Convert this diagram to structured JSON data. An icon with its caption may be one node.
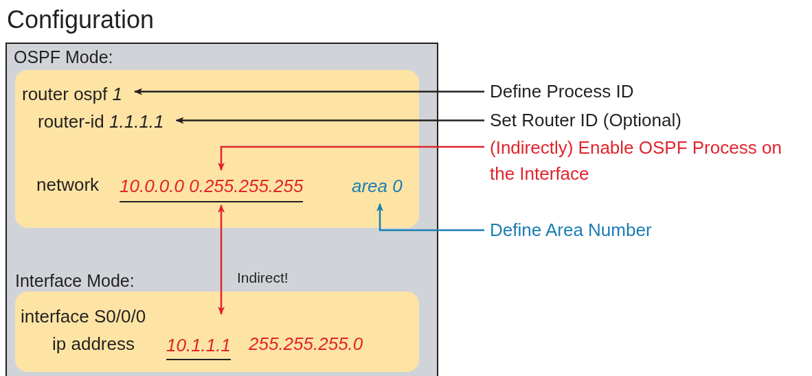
{
  "diagram": {
    "title": "Configuration",
    "nodes": [
      {
        "text": [
          "OSPF Mode:",
          "Interface Mode:"
        ]
      },
      {
        "text": [],
        "shape": "box",
        "in": 0
      },
      {
        "text": [
          "router ospf *1*"
        ],
        "in": 1
      },
      {
        "text": [
          "router-id *1.1.1.1*"
        ],
        "in": 1
      },
      {
        "text": [
          "10.0.0.0 0.255.255.255"
        ],
        "in": 1
      },
      {
        "text": [
          "area 0"
        ],
        "in": 1
      },
      {
        "text": [],
        "shape": "box",
        "in": 0
      },
      {
        "text": [
          "10.1.1.1"
        ],
        "in": 6
      },
      {
        "text": [
          "Define Process ID"
        ]
      },
      {
        "text": [
          "Set Router ID (Optional)"
        ]
      },
      {
        "text": [
          "(Indirectly) Enable OSPF Process on the Interface"
        ]
      },
      {
        "text": [
          "Define Area Number"
        ]
      }
    ],
    "edges": [
      {
        "from": 8,
        "to": 2,
        "arrow": "to"
      },
      {
        "from": 9,
        "to": 3,
        "arrow": "to"
      },
      {
        "from": 10,
        "to": 4,
        "arrow": "to",
        "color": "#e0242c"
      },
      {
        "from": 11,
        "to": 5,
        "arrow": "to",
        "color": "#1a7db3"
      },
      {
        "from": 4,
        "to": 7,
        "arrow": "both",
        "label": "Indirect!",
        "color": "#e0242c"
      }
    ],
    "labels": [
      "network",
      "interface S0/0/0",
      "ip address",
      "255.255.255.0"
    ]
  }
}
